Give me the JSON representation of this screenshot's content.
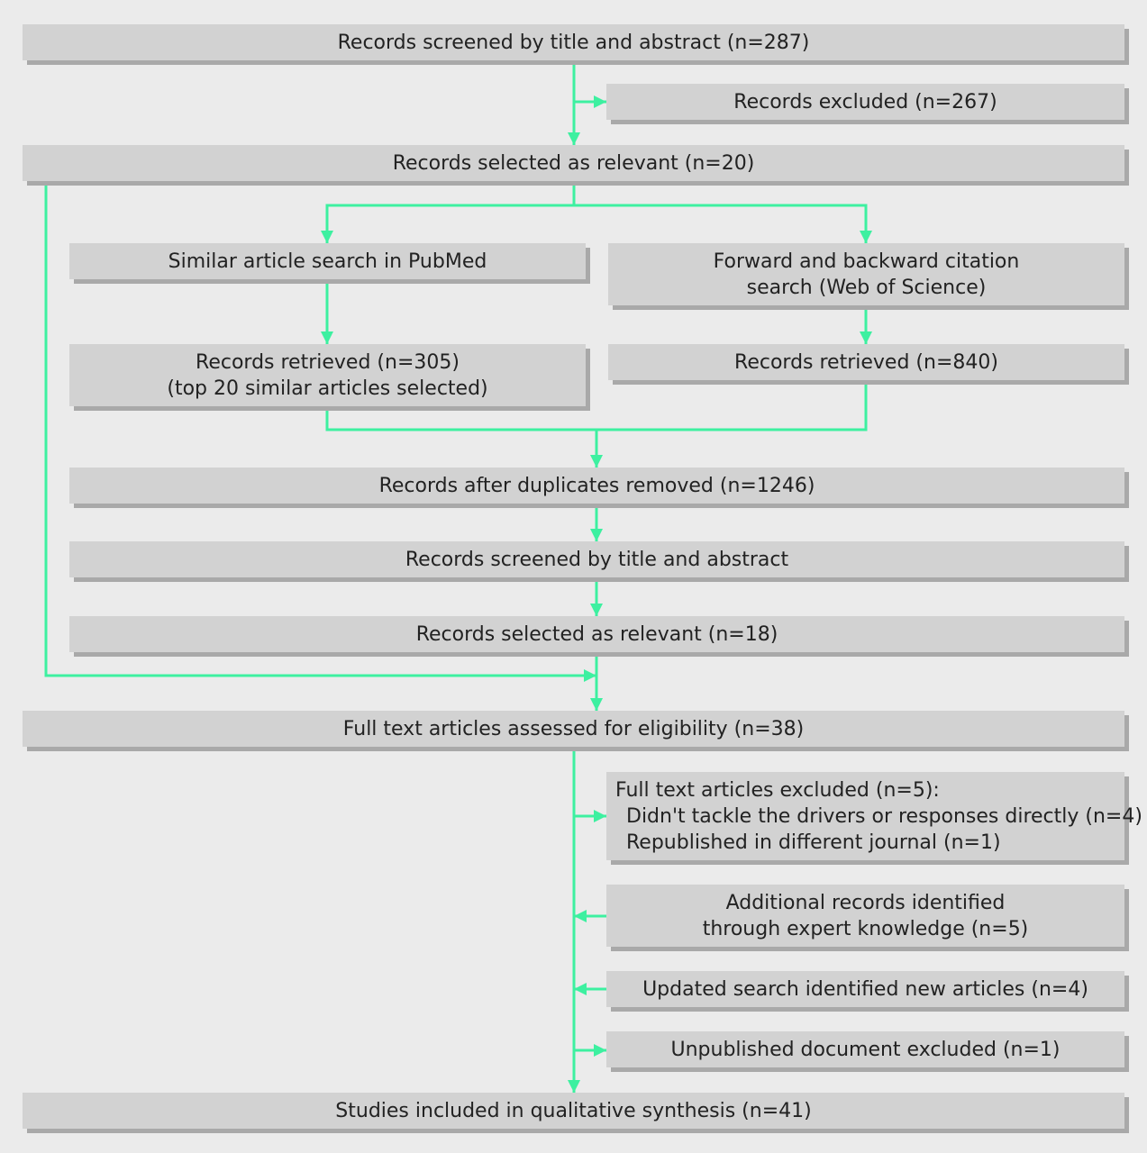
{
  "diagram": {
    "colors": {
      "connector": "#3df0a0",
      "box_fill": "#d2d2d2",
      "box_shadow": "#a9a9a9",
      "background": "#ebebeb"
    },
    "boxes": {
      "screened_1": {
        "lines": [
          "Records screened by title and abstract (n=287)"
        ]
      },
      "excluded_1": {
        "lines": [
          "Records excluded (n=267)"
        ]
      },
      "relevant_1": {
        "lines": [
          "Records selected as relevant (n=20)"
        ]
      },
      "pubmed_search": {
        "lines": [
          "Similar article search in PubMed"
        ]
      },
      "citation_search": {
        "lines": [
          "Forward and backward citation",
          "search (Web of Science)"
        ]
      },
      "retrieved_pubmed": {
        "lines": [
          "Records retrieved (n=305)",
          "(top 20 similar articles selected)"
        ]
      },
      "retrieved_wos": {
        "lines": [
          "Records retrieved (n=840)"
        ]
      },
      "dedup": {
        "lines": [
          "Records after duplicates removed (n=1246)"
        ]
      },
      "screened_2": {
        "lines": [
          "Records screened by title and abstract"
        ]
      },
      "relevant_2": {
        "lines": [
          "Records selected as relevant (n=18)"
        ]
      },
      "fulltext": {
        "lines": [
          "Full text articles assessed for eligibility (n=38)"
        ]
      },
      "fulltext_excluded": {
        "lines": [
          "Full text articles excluded (n=5):",
          "Didn't tackle the drivers or responses directly (n=4)",
          "Republished in different journal (n=1)"
        ]
      },
      "expert": {
        "lines": [
          "Additional records identified",
          "through expert knowledge (n=5)"
        ]
      },
      "updated_search": {
        "lines": [
          "Updated search identified new articles (n=4)"
        ]
      },
      "unpublished": {
        "lines": [
          "Unpublished document excluded (n=1)"
        ]
      },
      "included": {
        "lines": [
          "Studies included in qualitative synthesis (n=41)"
        ]
      }
    }
  }
}
